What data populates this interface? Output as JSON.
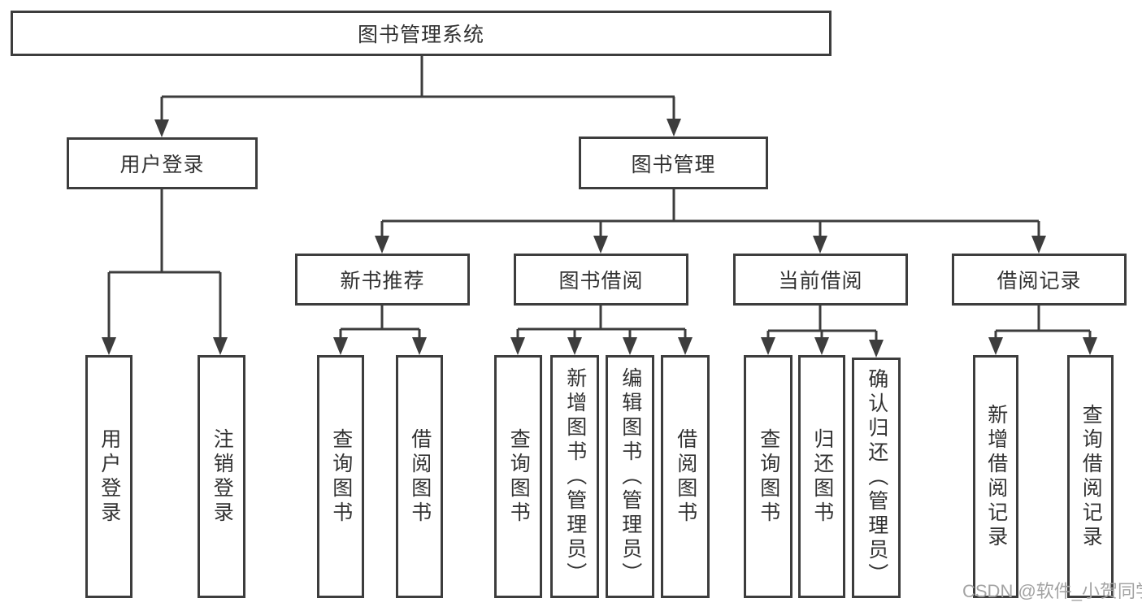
{
  "tree": {
    "root": "图书管理系统",
    "children": [
      {
        "label": "用户登录",
        "children": [
          {
            "label": "用户登录"
          },
          {
            "label": "注销登录"
          }
        ]
      },
      {
        "label": "图书管理",
        "children": [
          {
            "label": "新书推荐",
            "children": [
              {
                "label": "查询图书"
              },
              {
                "label": "借阅图书"
              }
            ]
          },
          {
            "label": "图书借阅",
            "children": [
              {
                "label": "查询图书"
              },
              {
                "label": "新增图书（管理员）"
              },
              {
                "label": "编辑图书（管理员）"
              },
              {
                "label": "借阅图书"
              }
            ]
          },
          {
            "label": "当前借阅",
            "children": [
              {
                "label": "查询图书"
              },
              {
                "label": "归还图书"
              },
              {
                "label": "确认归还（管理员）"
              }
            ]
          },
          {
            "label": "借阅记录",
            "children": [
              {
                "label": "新增借阅记录"
              },
              {
                "label": "查询借阅记录"
              }
            ]
          }
        ]
      }
    ]
  },
  "watermark": "CSDN @软件_小贺同学",
  "colors": {
    "line": "#3d3d3d",
    "text": "#323232",
    "watermark": "#a3a3a3",
    "background": "#ffffff"
  }
}
